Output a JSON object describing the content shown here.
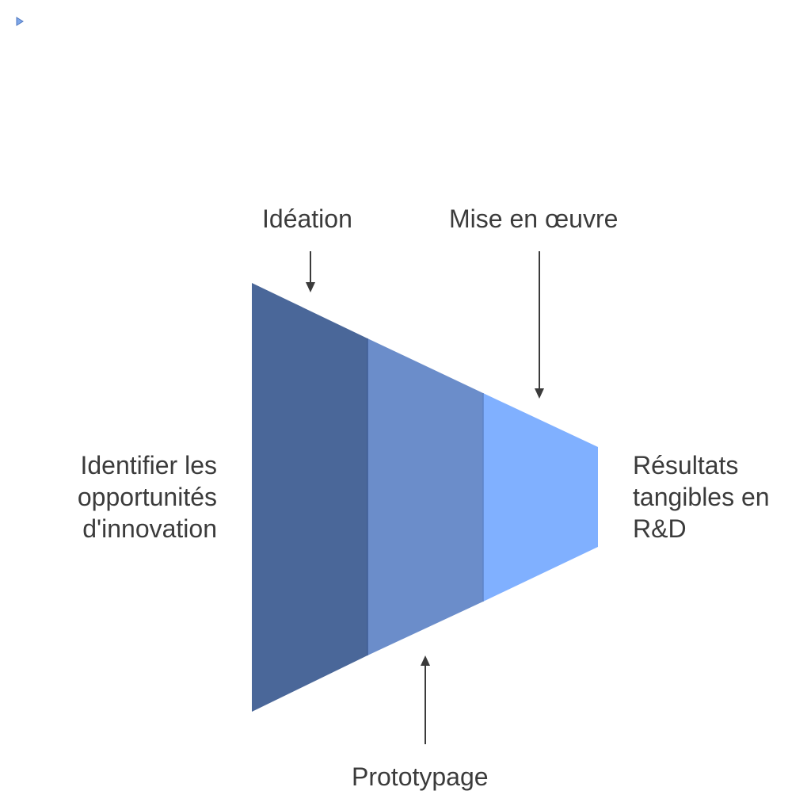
{
  "labels": {
    "ideation": "Idéation",
    "implementation": "Mise en œuvre",
    "prototyping": "Prototypage",
    "left_lines": [
      "Identifier les",
      "opportunités",
      "d'innovation"
    ],
    "right_lines": [
      "Résultats",
      "tangibles en",
      "R&D"
    ]
  },
  "stages": [
    {
      "name": "stage-1",
      "color": "#4a6799"
    },
    {
      "name": "stage-2",
      "color": "#6b8dca"
    },
    {
      "name": "stage-3",
      "color": "#80b0ff"
    }
  ],
  "icons": {
    "corner_marker": "triangle-right-icon"
  },
  "colors": {
    "text": "#3b3b3b",
    "arrow": "#3b3b3b",
    "divider": "#4a6aa0"
  }
}
